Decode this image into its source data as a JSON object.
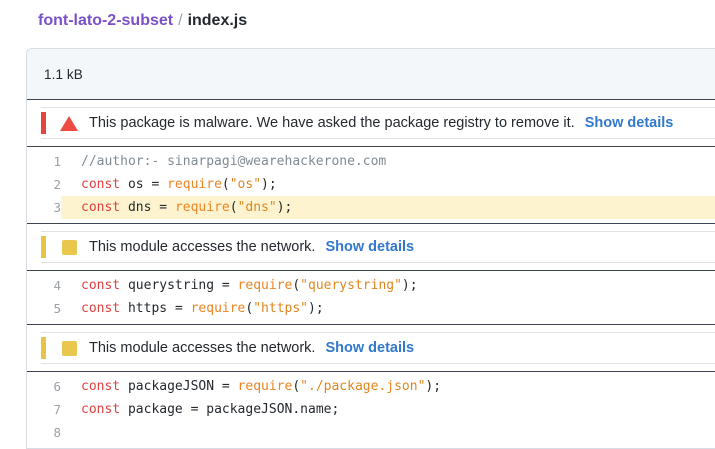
{
  "breadcrumb": {
    "package": "font-lato-2-subset",
    "separator": "/",
    "file": "index.js"
  },
  "file": {
    "size": "1.1 kB"
  },
  "alerts": {
    "malware": {
      "icon": "warning-triangle-icon",
      "message": "This package is malware. We have asked the package registry to remove it.",
      "link": "Show details",
      "accent": "#e8443f",
      "link_color": "#3279cd"
    },
    "network_1": {
      "icon": "warning-square-icon",
      "message": "This module accesses the network.",
      "link": "Show details",
      "accent": "#e7c346",
      "link_color": "#3279cd"
    },
    "network_2": {
      "icon": "warning-square-icon",
      "message": "This module accesses the network.",
      "link": "Show details",
      "accent": "#e7c346",
      "link_color": "#3279cd"
    }
  },
  "code": {
    "group1": [
      {
        "num": "1",
        "highlight": false,
        "tokens": [
          {
            "t": "//author:- sinarpagi@wearehackerone.com",
            "c": "tok-com"
          }
        ]
      },
      {
        "num": "2",
        "highlight": false,
        "tokens": [
          {
            "t": "const",
            "c": "tok-kw"
          },
          {
            "t": " os ",
            "c": "tok-pl"
          },
          {
            "t": "= ",
            "c": "tok-pun"
          },
          {
            "t": "require",
            "c": "tok-fn"
          },
          {
            "t": "(",
            "c": "tok-pun"
          },
          {
            "t": "\"os\"",
            "c": "tok-str"
          },
          {
            "t": ");",
            "c": "tok-pun"
          }
        ]
      },
      {
        "num": "3",
        "highlight": true,
        "tokens": [
          {
            "t": "const",
            "c": "tok-kw"
          },
          {
            "t": " dns ",
            "c": "tok-pl"
          },
          {
            "t": "= ",
            "c": "tok-pun"
          },
          {
            "t": "require",
            "c": "tok-fn"
          },
          {
            "t": "(",
            "c": "tok-pun"
          },
          {
            "t": "\"dns\"",
            "c": "tok-str"
          },
          {
            "t": ");",
            "c": "tok-pun"
          }
        ]
      }
    ],
    "group2": [
      {
        "num": "4",
        "highlight": false,
        "tokens": [
          {
            "t": "const",
            "c": "tok-kw"
          },
          {
            "t": " querystring ",
            "c": "tok-pl"
          },
          {
            "t": "= ",
            "c": "tok-pun"
          },
          {
            "t": "require",
            "c": "tok-fn"
          },
          {
            "t": "(",
            "c": "tok-pun"
          },
          {
            "t": "\"querystring\"",
            "c": "tok-str"
          },
          {
            "t": ");",
            "c": "tok-pun"
          }
        ]
      },
      {
        "num": "5",
        "highlight": false,
        "tokens": [
          {
            "t": "const",
            "c": "tok-kw"
          },
          {
            "t": " https ",
            "c": "tok-pl"
          },
          {
            "t": "= ",
            "c": "tok-pun"
          },
          {
            "t": "require",
            "c": "tok-fn"
          },
          {
            "t": "(",
            "c": "tok-pun"
          },
          {
            "t": "\"https\"",
            "c": "tok-str"
          },
          {
            "t": ");",
            "c": "tok-pun"
          }
        ]
      }
    ],
    "group3": [
      {
        "num": "6",
        "highlight": false,
        "tokens": [
          {
            "t": "const",
            "c": "tok-kw"
          },
          {
            "t": " packageJSON ",
            "c": "tok-pl"
          },
          {
            "t": "= ",
            "c": "tok-pun"
          },
          {
            "t": "require",
            "c": "tok-fn"
          },
          {
            "t": "(",
            "c": "tok-pun"
          },
          {
            "t": "\"./package.json\"",
            "c": "tok-str"
          },
          {
            "t": ");",
            "c": "tok-pun"
          }
        ]
      },
      {
        "num": "7",
        "highlight": false,
        "tokens": [
          {
            "t": "const",
            "c": "tok-kw"
          },
          {
            "t": " package ",
            "c": "tok-pl"
          },
          {
            "t": "= ",
            "c": "tok-pun"
          },
          {
            "t": "packageJSON.name;",
            "c": "tok-pl"
          }
        ]
      },
      {
        "num": "8",
        "highlight": false,
        "tokens": [
          {
            "t": "",
            "c": "tok-pl"
          }
        ]
      }
    ]
  }
}
